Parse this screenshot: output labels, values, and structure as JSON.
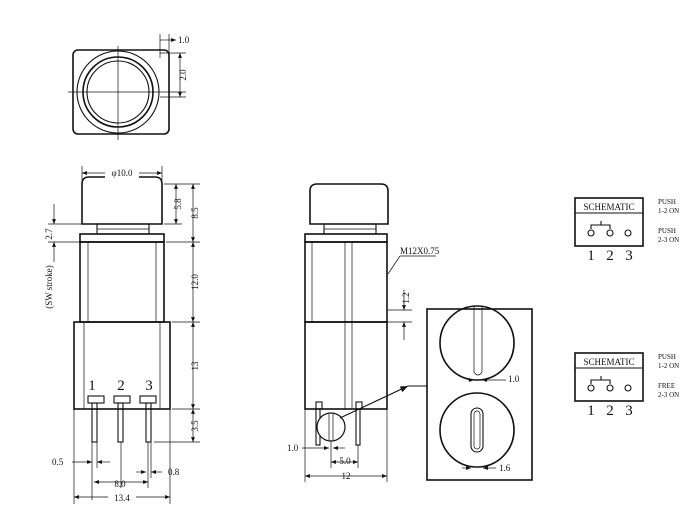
{
  "top_view": {
    "dims": {
      "d1": "1.0",
      "d2": "2.0"
    }
  },
  "front_view": {
    "dims": {
      "cap_dia": "φ10.0",
      "cap_h": "5.8",
      "upper_h": "8.5",
      "stroke": "2.7",
      "stroke_label": "(SW stroke)",
      "body_h": "12.0",
      "lower_h": "13",
      "pin_len": "3.5",
      "pin_w": "0.5",
      "pin_pitch": "8.0",
      "pin_t": "0.8",
      "width": "13.4"
    },
    "pins": [
      "1",
      "2",
      "3"
    ]
  },
  "side_view": {
    "dims": {
      "thread": "M12X0.75",
      "thread_gap": "1.2",
      "pin_dia": "1.0",
      "pin_span": "5.0",
      "width": "12"
    }
  },
  "detail_view": {
    "dims": {
      "slot_a": "1.0",
      "slot_b": "1.6"
    }
  },
  "schematics": [
    {
      "title": "SCHEMATIC",
      "mode1": [
        "PUSH",
        "1-2 ON"
      ],
      "mode2": [
        "PUSH",
        "2-3 ON"
      ],
      "pins": [
        "1",
        "2",
        "3"
      ]
    },
    {
      "title": "SCHEMATIC",
      "mode1": [
        "PUSH",
        "1-2 ON"
      ],
      "mode2": [
        "FREE",
        "2-3 ON"
      ],
      "pins": [
        "1",
        "2",
        "3"
      ]
    }
  ]
}
